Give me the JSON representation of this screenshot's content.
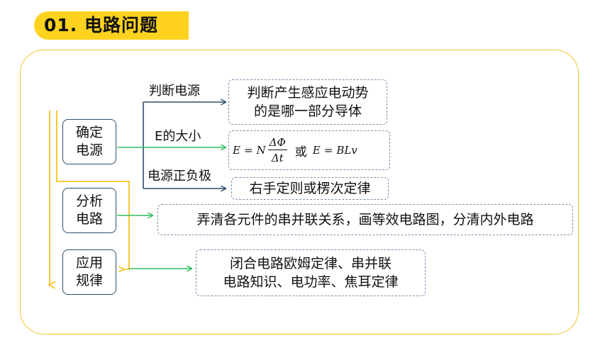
{
  "title": "01. 电路问题",
  "colors": {
    "accent": "#FFD21F",
    "frame": "#F2C22A",
    "green_arrow": "#2EBD5B",
    "navy_line": "#2E4C69",
    "orange_arrow": "#F5B800"
  },
  "nodes": [
    {
      "line1": "确定",
      "line2": "电源"
    },
    {
      "line1": "分析",
      "line2": "电路"
    },
    {
      "line1": "应用",
      "line2": "规律"
    }
  ],
  "branches": {
    "judge_source": "判断电源",
    "emf_magnitude": "E的大小",
    "polarity": "电源正负极"
  },
  "results": {
    "judge_line1": "判断产生感应电动势",
    "judge_line2": "的是哪一部分导体",
    "formula": {
      "lhs": "E",
      "eq": "=",
      "coef": "N",
      "numerator": "ΔΦ",
      "denominator": "Δt",
      "or": "或",
      "lhs2": "E",
      "eq2": "=",
      "rhs2": "BLv"
    },
    "polarity": "右手定则或楞次定律",
    "analyze": "弄清各元件的串并联关系，画等效电路图，分清内外电路",
    "apply_line1": "闭合电路欧姆定律、串并联",
    "apply_line2": "电路知识、电功率、焦耳定律"
  }
}
